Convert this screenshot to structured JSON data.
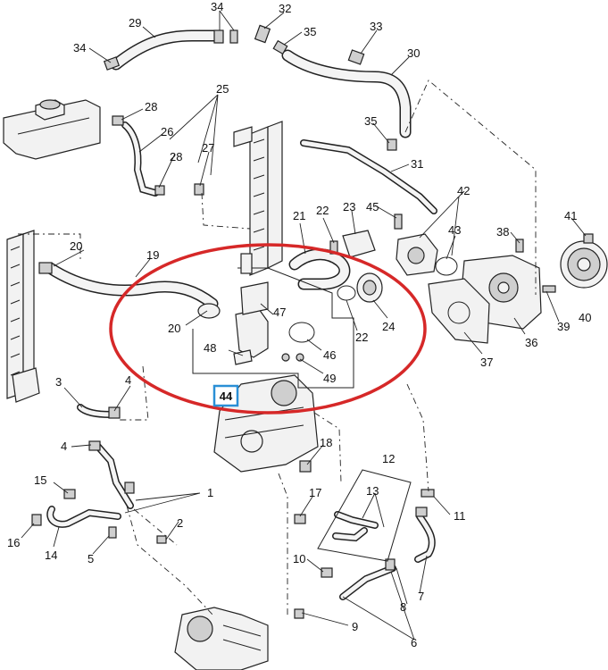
{
  "diagram": {
    "callouts": [
      "1",
      "2",
      "3",
      "4",
      "4",
      "5",
      "6",
      "7",
      "8",
      "9",
      "10",
      "11",
      "12",
      "13",
      "14",
      "15",
      "16",
      "17",
      "18",
      "19",
      "20",
      "20",
      "21",
      "22",
      "22",
      "23",
      "24",
      "25",
      "26",
      "27",
      "28",
      "28",
      "29",
      "30",
      "31",
      "32",
      "33",
      "34",
      "34",
      "35",
      "35",
      "36",
      "37",
      "38",
      "39",
      "40",
      "41",
      "42",
      "43",
      "44",
      "45",
      "46",
      "47",
      "48",
      "49"
    ],
    "highlighted_callout": "45",
    "colors": {
      "highlight_ring": "#d62828",
      "highlight_box": "#2a8fd6",
      "line": "#222222"
    }
  }
}
